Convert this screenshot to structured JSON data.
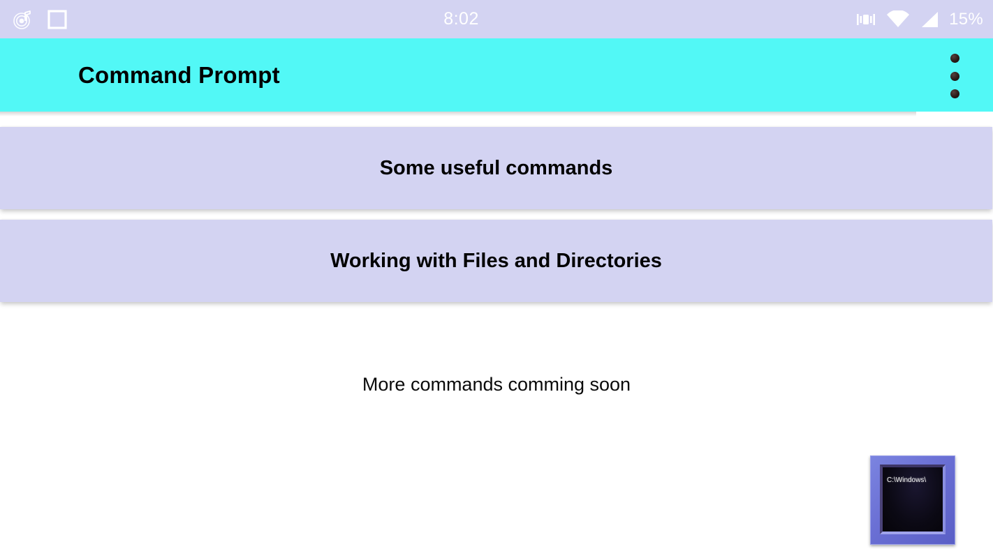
{
  "status_bar": {
    "background_color": "#d3d3f2",
    "time": "8:02",
    "battery": "15%",
    "left_icons": [
      {
        "name": "music-note-icon",
        "glyph": "music"
      },
      {
        "name": "app-square-icon",
        "glyph": "square"
      }
    ],
    "right_icons": [
      {
        "name": "vibrate-icon",
        "glyph": "vibrate"
      },
      {
        "name": "wifi-icon",
        "glyph": "wifi"
      },
      {
        "name": "cellular-signal-icon",
        "glyph": "signal"
      }
    ]
  },
  "app_bar": {
    "title": "Command Prompt",
    "background_color": "#52f8f6",
    "overflow_menu_label": "More options"
  },
  "main": {
    "background_color": "#ffffff",
    "cards": [
      {
        "title": "Some useful commands",
        "background_color": "#d3d3f2"
      },
      {
        "title": "Working with Files and Directories",
        "background_color": "#d3d3f2"
      }
    ],
    "footer_note": "More commands comming soon"
  },
  "floating_image": {
    "name": "command-prompt-thumbnail",
    "terminal_text": "C:\\Windows\\",
    "frame_color": "#6a6fd4"
  }
}
